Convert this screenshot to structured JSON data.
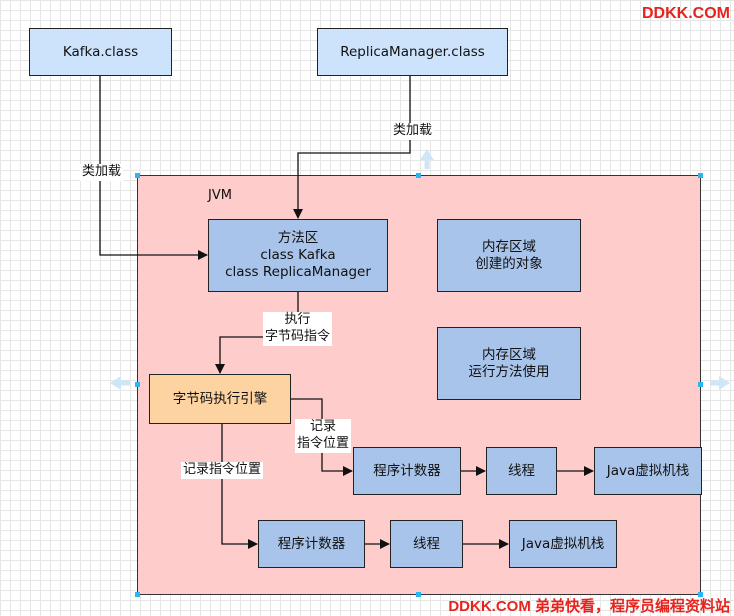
{
  "boxes": {
    "kafka_class": "Kafka.class",
    "replica_manager_class": "ReplicaManager.class",
    "method_area": "方法区\nclass Kafka\nclass ReplicaManager",
    "memory_create": "内存区域\n创建的对象",
    "memory_run": "内存区域\n运行方法使用",
    "bytecode_engine": "字节码执行引擎",
    "pc_1": "程序计数器",
    "thread_1": "线程",
    "stack_1": "Java虚拟机栈",
    "pc_2": "程序计数器",
    "thread_2": "线程",
    "stack_2": "Java虚拟机栈"
  },
  "jvm_label": "JVM",
  "edge_labels": {
    "class_load_left": "类加载",
    "class_load_right": "类加载",
    "execute_bytecode": "执行\n字节码指令",
    "record_pos_1": "记录\n指令位置",
    "record_pos_2": "记录指令位置"
  },
  "watermark": {
    "top": "DDKK.COM",
    "bottom": "DDKK.COM 弟弟快看，程序员编程资料站"
  },
  "colors": {
    "jvm_fill": "#ffcccc",
    "light_blue": "#cde3fb",
    "blue": "#a9c4ea",
    "orange": "#fdd3a2",
    "watermark": "#e8231d",
    "selection_handle": "#29b6f2"
  }
}
